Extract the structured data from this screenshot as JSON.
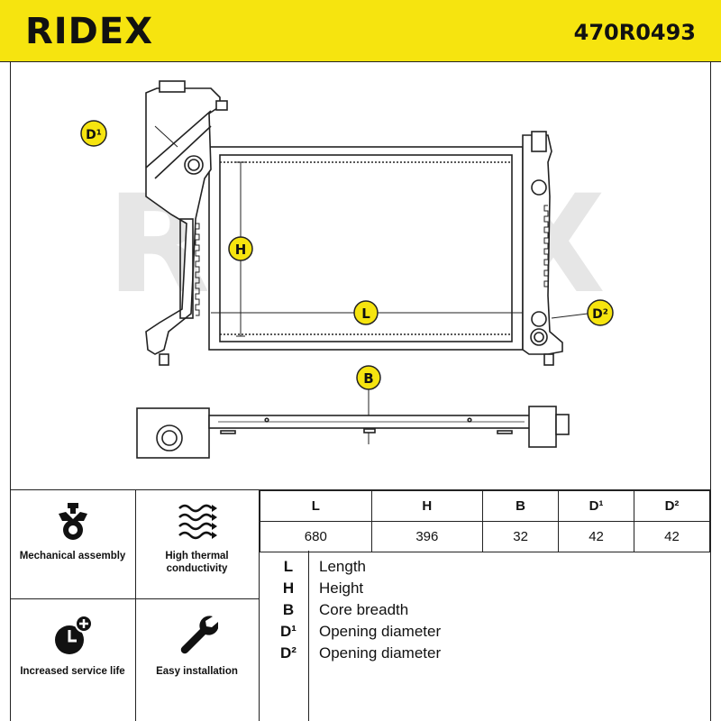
{
  "header": {
    "brand": "RIDEX",
    "part_number": "470R0493"
  },
  "watermark": "RIDEX",
  "markers": {
    "H": "H",
    "L": "L",
    "B": "B",
    "D1": "D¹",
    "D2": "D²"
  },
  "features": [
    {
      "icon": "wrench-gear-icon",
      "label": "Mechanical assembly"
    },
    {
      "icon": "heat-waves-icon",
      "label": "High thermal conductivity"
    },
    {
      "icon": "clock-plus-icon",
      "label": "Increased service life"
    },
    {
      "icon": "wrench-icon",
      "label": "Easy installation"
    }
  ],
  "dimensions": {
    "headers": [
      "L",
      "H",
      "B",
      "D¹",
      "D²"
    ],
    "values": [
      "680",
      "396",
      "32",
      "42",
      "42"
    ]
  },
  "legend": [
    {
      "key": "L",
      "text": "Length"
    },
    {
      "key": "H",
      "text": "Height"
    },
    {
      "key": "B",
      "text": "Core breadth"
    },
    {
      "key": "D¹",
      "text": "Opening diameter"
    },
    {
      "key": "D²",
      "text": "Opening diameter"
    }
  ],
  "colors": {
    "accent": "#f6e40f",
    "line": "#222222",
    "watermark": "#e6e6e6"
  }
}
